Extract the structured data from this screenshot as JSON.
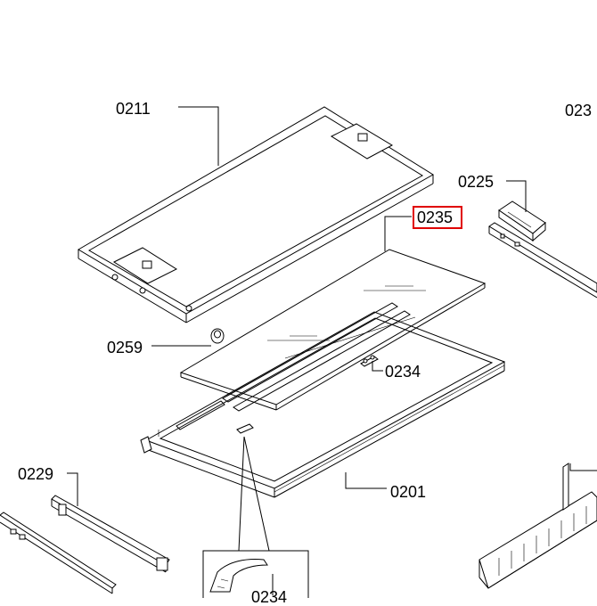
{
  "diagram": {
    "labels": {
      "p0211": "0211",
      "p0225": "0225",
      "p0235": "0235",
      "p0259": "0259",
      "p0234": "0234",
      "p0229": "0229",
      "p0201": "0201",
      "p023_clipped": "023",
      "p0234_bottom": "0234"
    },
    "highlighted_part": "0235",
    "highlight_color": "#e00000"
  }
}
